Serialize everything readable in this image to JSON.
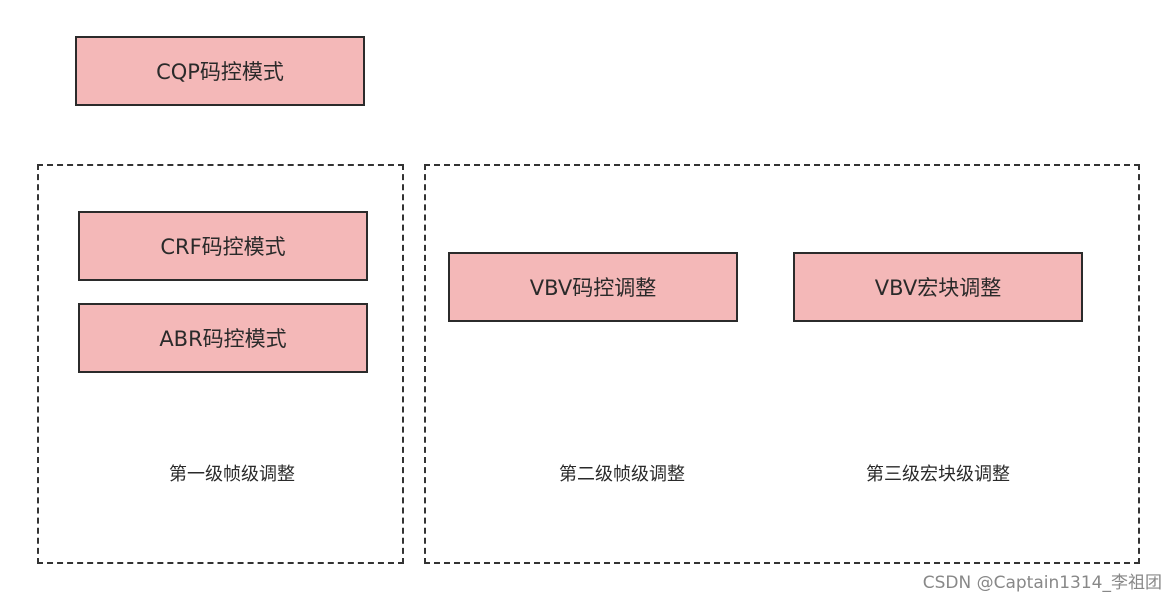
{
  "colors": {
    "box_fill": "#f4b8b8",
    "box_border": "#2b2b2b",
    "dashed_border": "#333333",
    "text": "#2a2a2a",
    "watermark": "#888888"
  },
  "boxes": {
    "cqp": "CQP码控模式",
    "crf": "CRF码控模式",
    "abr": "ABR码控模式",
    "vbv_rate": "VBV码控调整",
    "vbv_macroblock": "VBV宏块调整"
  },
  "groups": {
    "level1_label": "第一级帧级调整",
    "level2_label": "第二级帧级调整",
    "level3_label": "第三级宏块级调整"
  },
  "watermark": "CSDN @Captain1314_李祖团"
}
